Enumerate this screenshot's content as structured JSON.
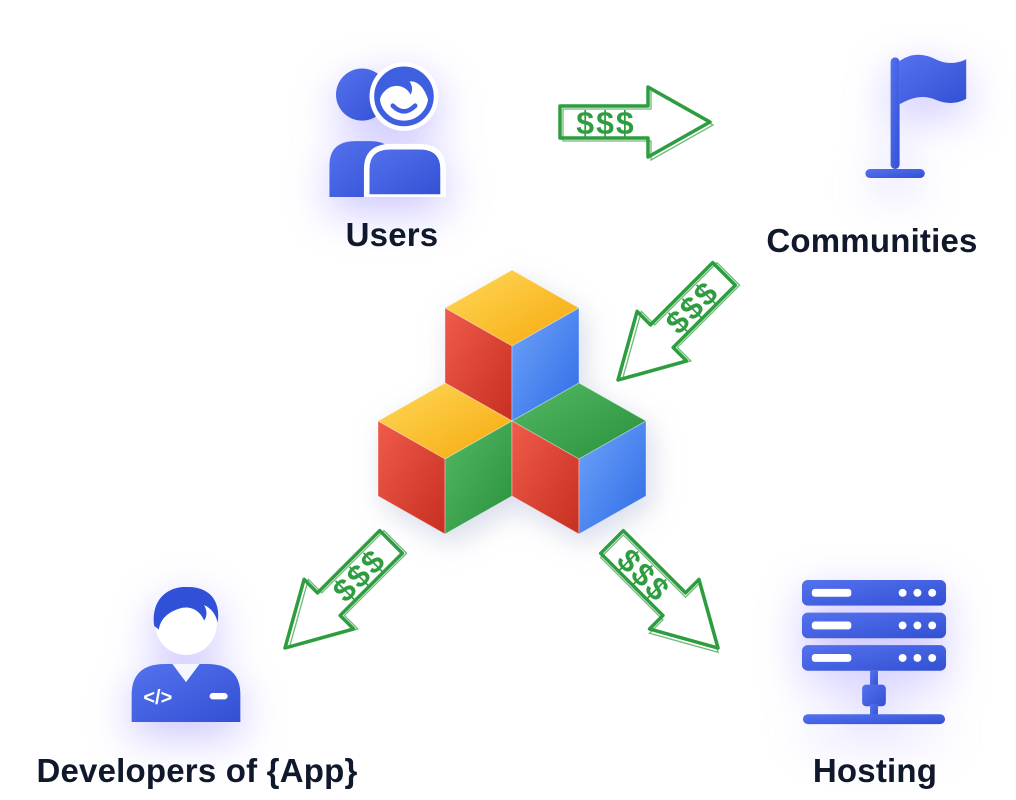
{
  "diagram": {
    "nodes": {
      "users": {
        "label": "Users",
        "icon": "users-icon"
      },
      "communities": {
        "label": "Communities",
        "icon": "flag-icon"
      },
      "developers": {
        "label": "Developers of {App}",
        "icon": "developer-icon",
        "badge": "</>"
      },
      "hosting": {
        "label": "Hosting",
        "icon": "servers-icon"
      },
      "product": {
        "icon": "isometric-cubes"
      }
    },
    "flows": {
      "users_to_communities": {
        "label": "$$$"
      },
      "communities_to_product": {
        "label": "$$$"
      },
      "product_to_developers": {
        "label": "$$$"
      },
      "product_to_hosting": {
        "label": "$$$"
      }
    },
    "colors": {
      "icon_blue": "#3D5FE0",
      "arrow_green": "#2D9D3F",
      "label": "#10182B",
      "cube_yellow": "#FBBC05",
      "cube_red": "#DB3B2B",
      "cube_blue": "#4285F4",
      "cube_green": "#34A853",
      "background": "#FFFFFF"
    }
  }
}
